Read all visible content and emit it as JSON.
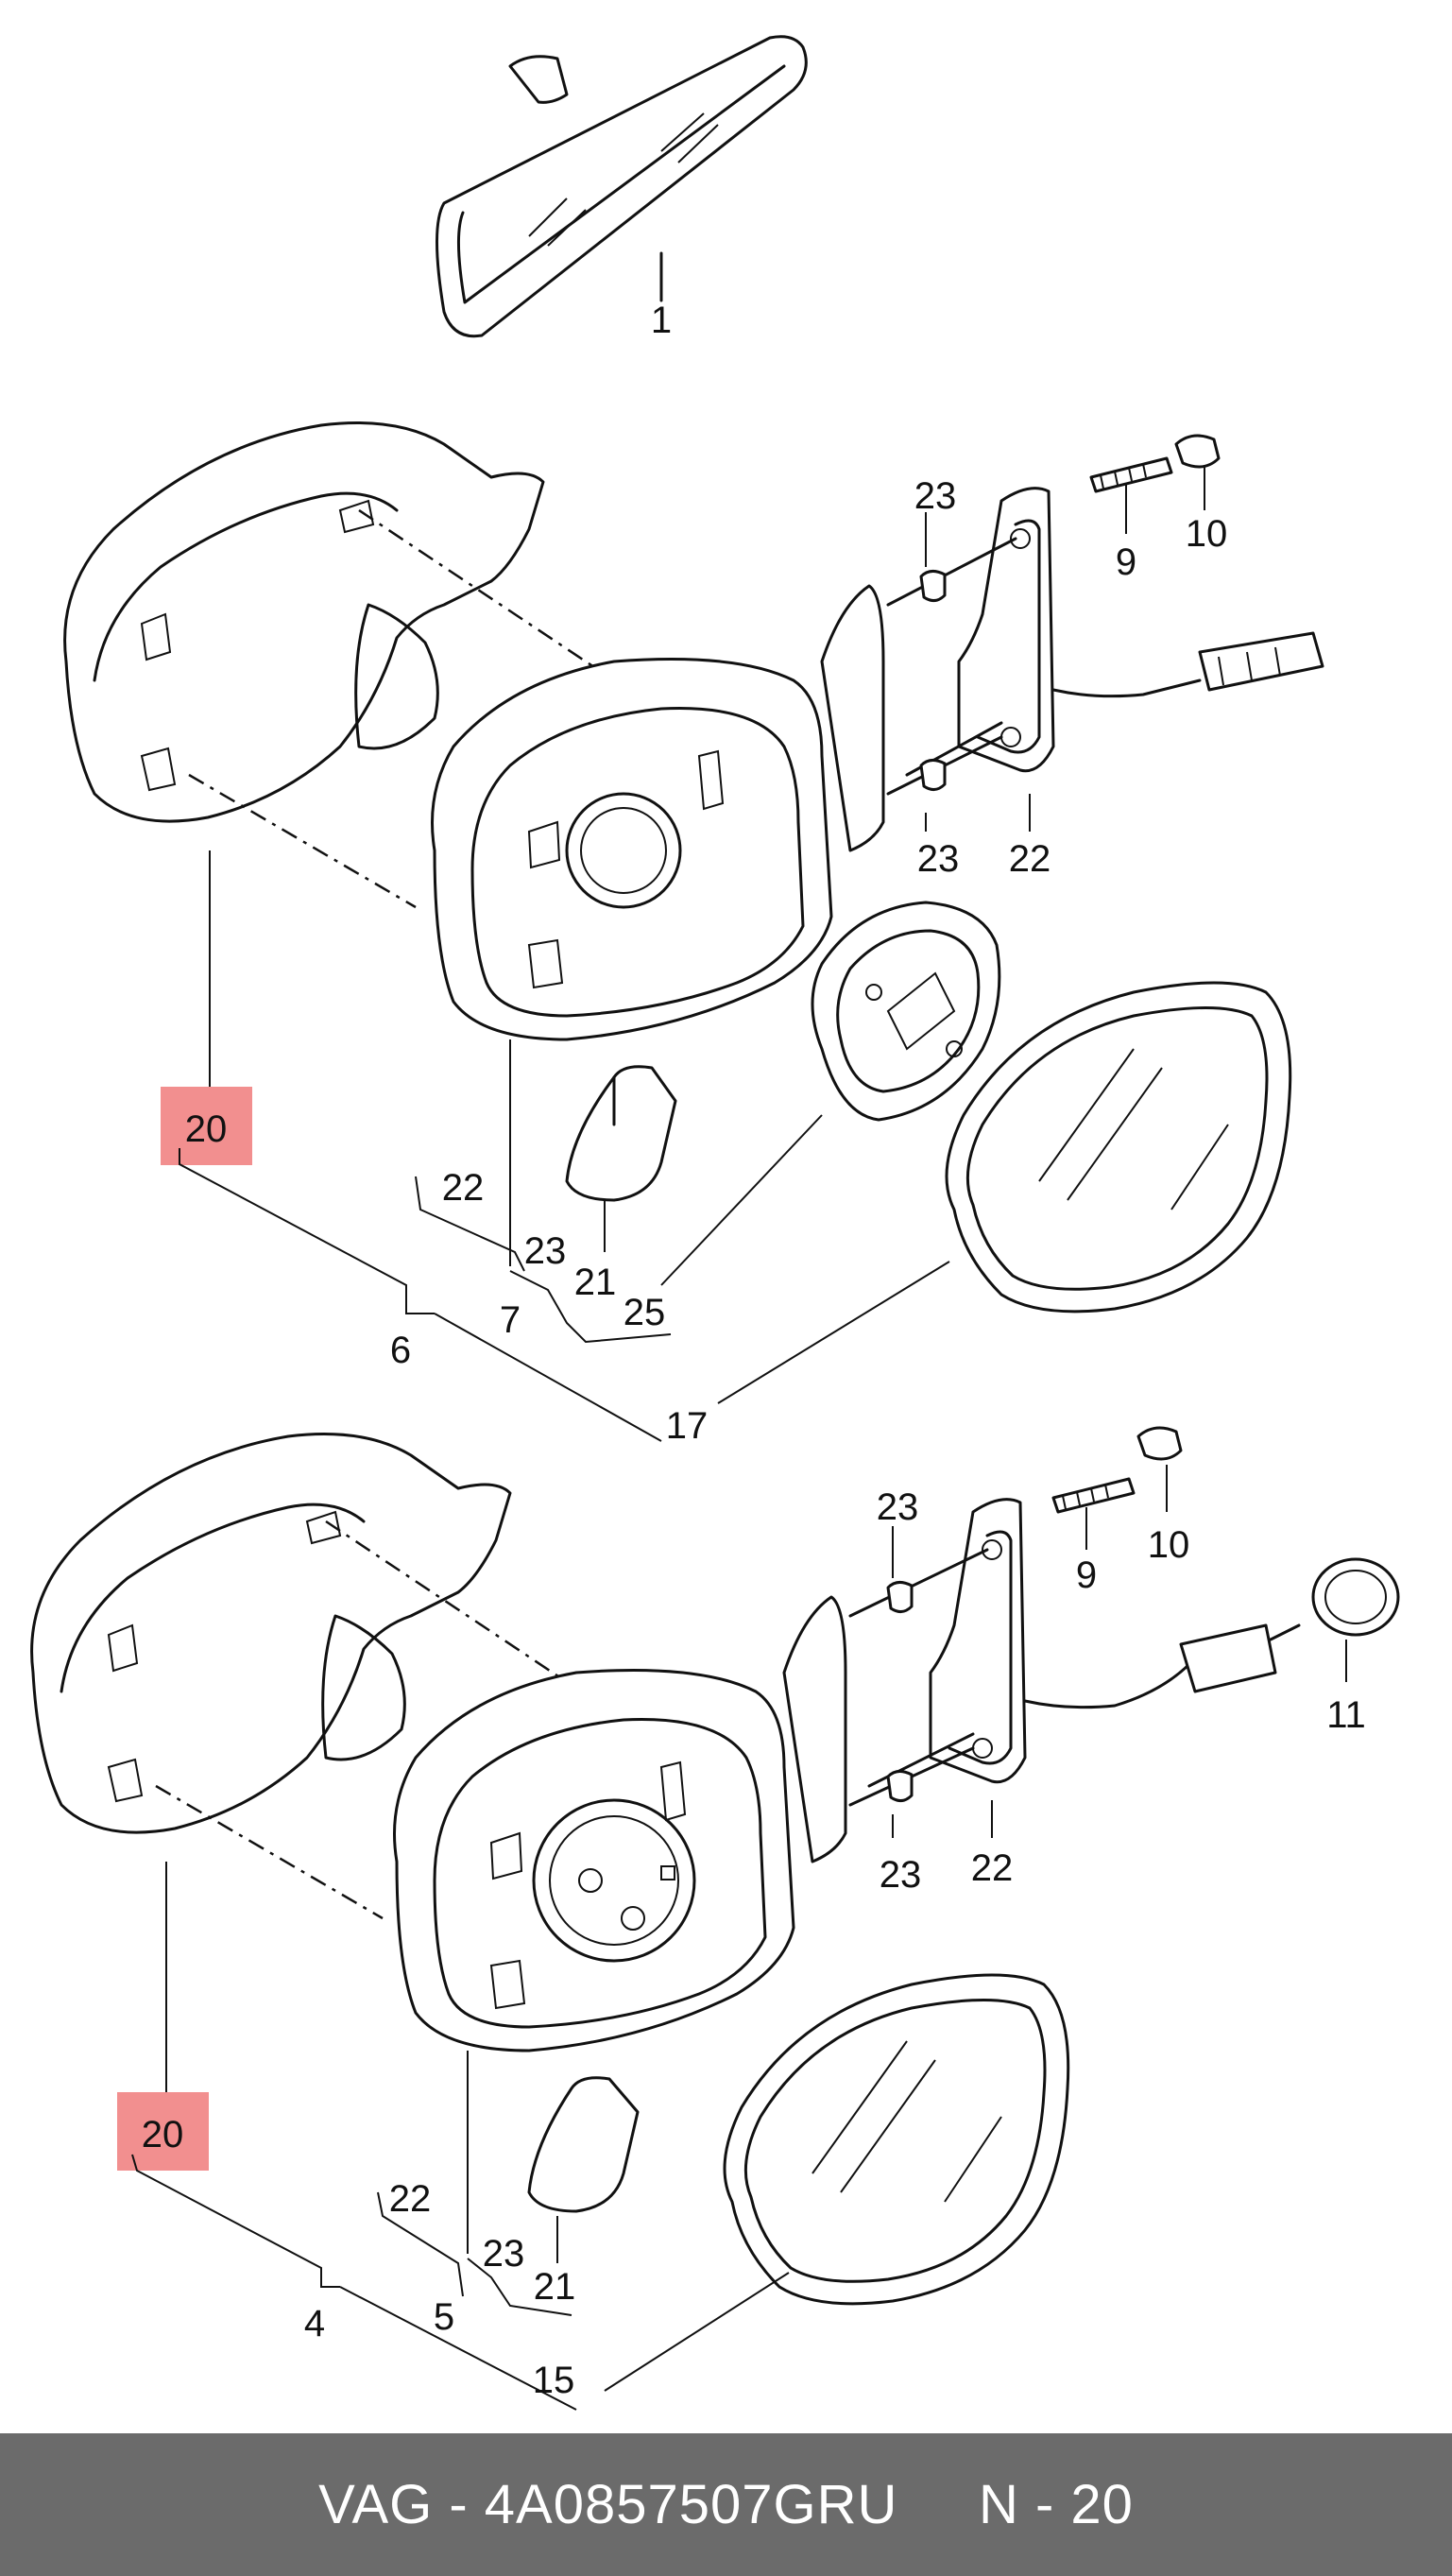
{
  "diagram": {
    "labels": {
      "l1": "1",
      "l9a": "9",
      "l10a": "10",
      "l23a": "23",
      "l23b": "23",
      "l22a": "22",
      "l20a": "20",
      "l22b": "22",
      "l23c": "23",
      "l21a": "21",
      "l25": "25",
      "l7": "7",
      "l6": "6",
      "l17": "17",
      "l23d": "23",
      "l9b": "9",
      "l10b": "10",
      "l11": "11",
      "l23e": "23",
      "l22c": "22",
      "l20b": "20",
      "l22d": "22",
      "l23f": "23",
      "l21b": "21",
      "l5": "5",
      "l4": "4",
      "l15": "15"
    },
    "highlight_color": "#f07b7b"
  },
  "footer": {
    "text": "VAG - 4A0857507GRU     N - 20",
    "background": "#6b6b6b",
    "color": "#ffffff"
  }
}
